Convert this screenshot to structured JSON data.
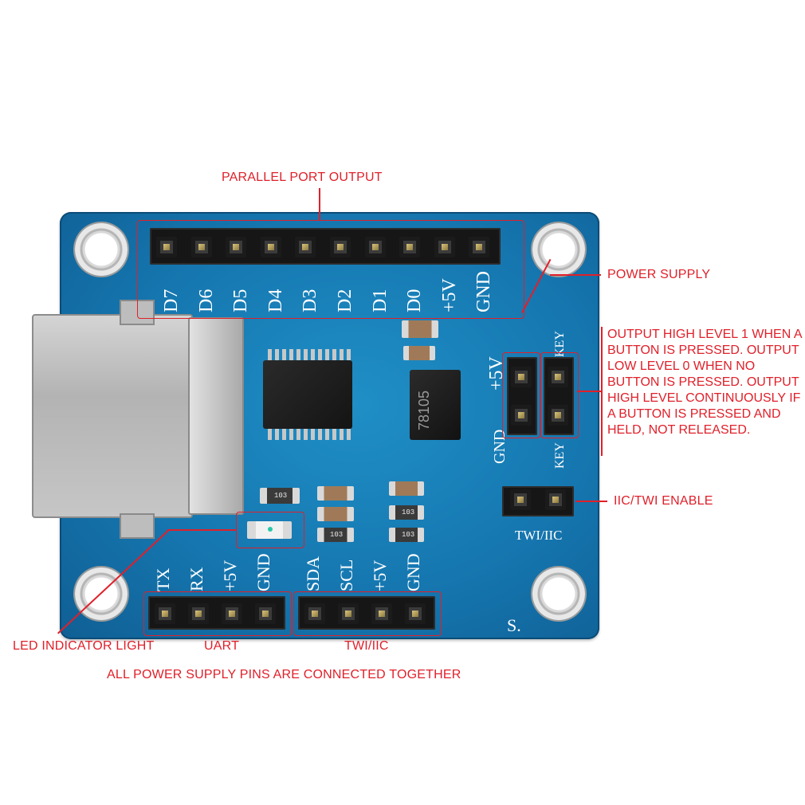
{
  "annotations": {
    "parallel_port_output": "PARALLEL PORT OUTPUT",
    "power_supply": "POWER SUPPLY",
    "key_output": "OUTPUT HIGH LEVEL 1 WHEN A BUTTON IS PRESSED. OUTPUT LOW LEVEL 0 WHEN NO BUTTON IS PRESSED. OUTPUT HIGH LEVEL CONTINUOUSLY IF A BUTTON IS PRESSED AND HELD, NOT RELEASED.",
    "iic_twi_enable": "IIC/TWI ENABLE",
    "led_indicator_light": "LED INDICATOR LIGHT",
    "uart": "UART",
    "twi_iic": "TWI/IIC",
    "all_power_pins": "ALL POWER SUPPLY PINS ARE CONNECTED TOGETHER"
  },
  "silkscreen": {
    "parallel_pins": [
      "D7",
      "D6",
      "D5",
      "D4",
      "D3",
      "D2",
      "D1",
      "D0",
      "+5V",
      "GND"
    ],
    "uart_pins": [
      "TX",
      "RX",
      "+5V",
      "GND"
    ],
    "twi_pins": [
      "SDA",
      "SCL",
      "+5V",
      "GND"
    ],
    "power_header": {
      "top": "+5V",
      "bottom": "GND"
    },
    "key_header": {
      "top": "KEY",
      "bottom": "KEY"
    },
    "twi_enable": "TWI/IIC",
    "regulator": "78105",
    "smd_labels": [
      "103",
      "103",
      "103",
      "103"
    ],
    "corner_mark": "S."
  },
  "colors": {
    "pcb": "#1677b0",
    "annotation": "#e0202a"
  }
}
